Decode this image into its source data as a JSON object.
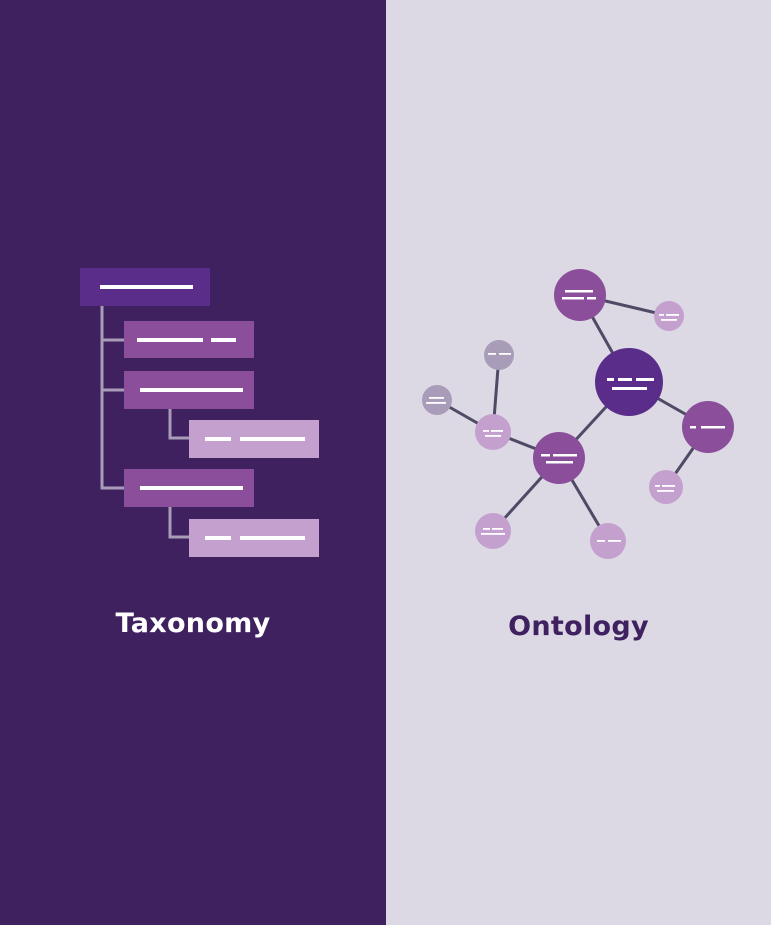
{
  "colors": {
    "left_bg": "#3f2160",
    "right_bg": "#dcd8e4",
    "root_box": "#5a2d8a",
    "level1_box": "#8a4e9a",
    "level2_box": "#c4a0ce",
    "tree_line": "#a89cb8",
    "node_dark": "#5a2d8a",
    "node_mid": "#8a4e9a",
    "node_light": "#c4a0ce",
    "node_gray": "#a89cb8",
    "edge": "#4f4a66",
    "ontology_title": "#3f2160",
    "placeholder": "#ffffff"
  },
  "taxonomy": {
    "title": "Taxonomy",
    "icon": "tree-hierarchy-icon",
    "levels": [
      "root",
      "level-1",
      "level-1",
      "level-2",
      "level-1",
      "level-2"
    ]
  },
  "ontology": {
    "title": "Ontology",
    "icon": "network-graph-icon",
    "node_count": 11,
    "edge_count": 10
  }
}
